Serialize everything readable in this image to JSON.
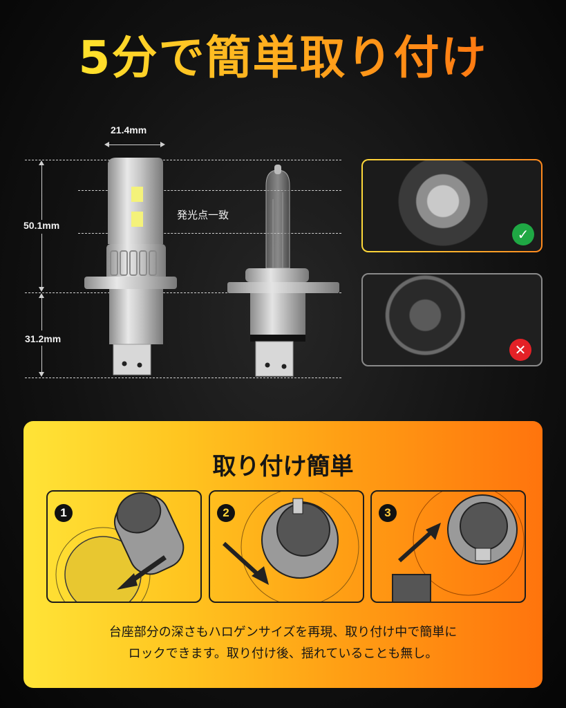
{
  "headline": "5分で簡単取り付け",
  "dimensions": {
    "width_label": "21.4mm",
    "upper_height_label": "50.1mm",
    "lower_height_label": "31.2mm",
    "focal_point_label": "発光点一致"
  },
  "comparison": {
    "ok_icon": "check-icon",
    "ng_icon": "cross-icon",
    "ok_color": "#1fa844",
    "ng_color": "#e42127"
  },
  "install": {
    "title": "取り付け簡単",
    "steps": [
      {
        "number": "1"
      },
      {
        "number": "2"
      },
      {
        "number": "3"
      }
    ],
    "caption_line1": "台座部分の深さもハロゲンサイズを再現、取り付け中で簡単に",
    "caption_line2": "ロックできます。取り付け後、揺れていることも無し。"
  },
  "colors": {
    "gradient_start": "#ffe437",
    "gradient_end": "#ff740d",
    "background": "#121212"
  }
}
